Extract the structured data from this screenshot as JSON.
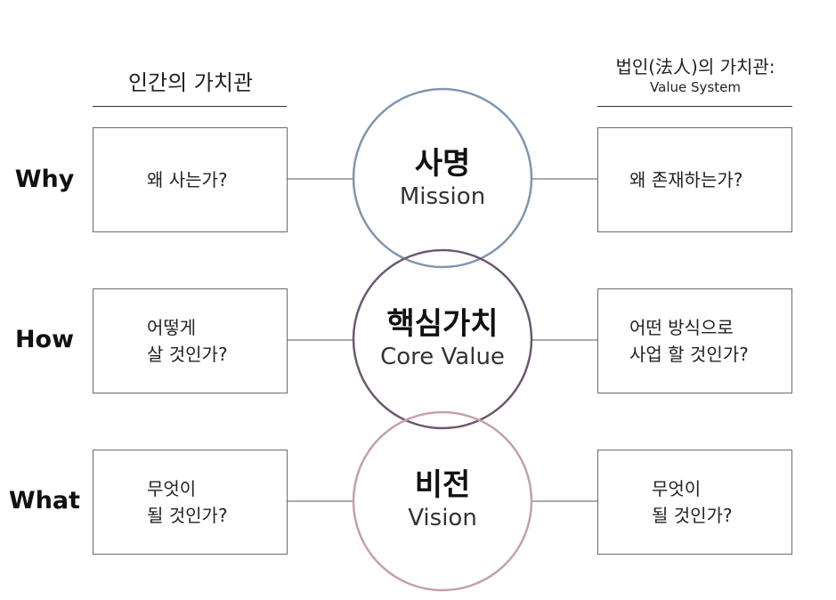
{
  "headers": {
    "left": "인간의 가치관",
    "right_line1": "법인(法人)의 가치관:",
    "right_line2": "Value System"
  },
  "rows": [
    {
      "label": "Why",
      "left_text": "왜 사는가?",
      "center_kr": "사명",
      "center_en": "Mission",
      "right_text": "왜 존재하는가?",
      "circle_color": "#8096ae"
    },
    {
      "label": "How",
      "left_text": "어떻게\n살 것인가?",
      "center_kr": "핵심가치",
      "center_en": "Core Value",
      "right_text": "어떤 방식으로\n사업 할 것인가?",
      "circle_color": "#6c5873"
    },
    {
      "label": "What",
      "left_text": "무엇이\n될 것인가?",
      "center_kr": "비전",
      "center_en": "Vision",
      "right_text": "무엇이\n될 것인가?",
      "circle_color": "#c4a0a8"
    }
  ]
}
